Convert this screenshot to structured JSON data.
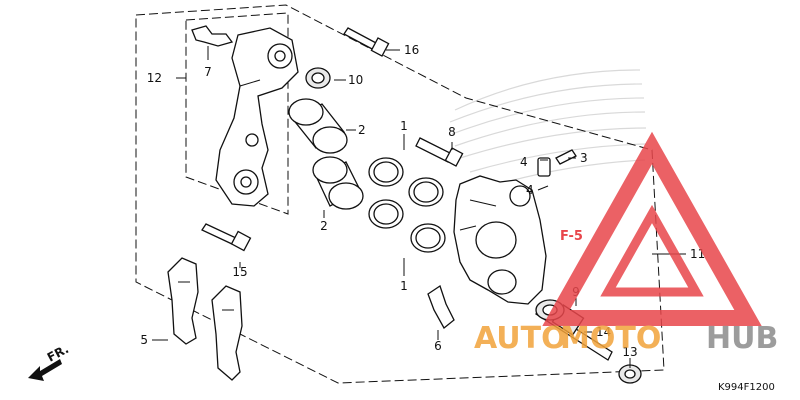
{
  "diagram": {
    "part_labels": {
      "p1a": "1",
      "p1b": "1",
      "p2a": "2",
      "p2b": "2",
      "p3": "3",
      "p4a": "4",
      "p4b": "4",
      "p5": "5",
      "p6": "6",
      "p7": "7",
      "p8": "8",
      "p9": "9",
      "p10": "10",
      "p11": "11",
      "p12": "12",
      "p13": "13",
      "p14": "14",
      "p15": "15",
      "p16": "16"
    },
    "reference_label": "F-5",
    "direction_label": "FR.",
    "figure_code": "K994F1200"
  },
  "watermark": {
    "text_part1": "AUTO",
    "text_part2": "MOTO",
    "text_part3": "HUB",
    "colors": {
      "red": "#e8464b",
      "orange": "#f2a33a",
      "gray": "#8b8b8b"
    }
  }
}
